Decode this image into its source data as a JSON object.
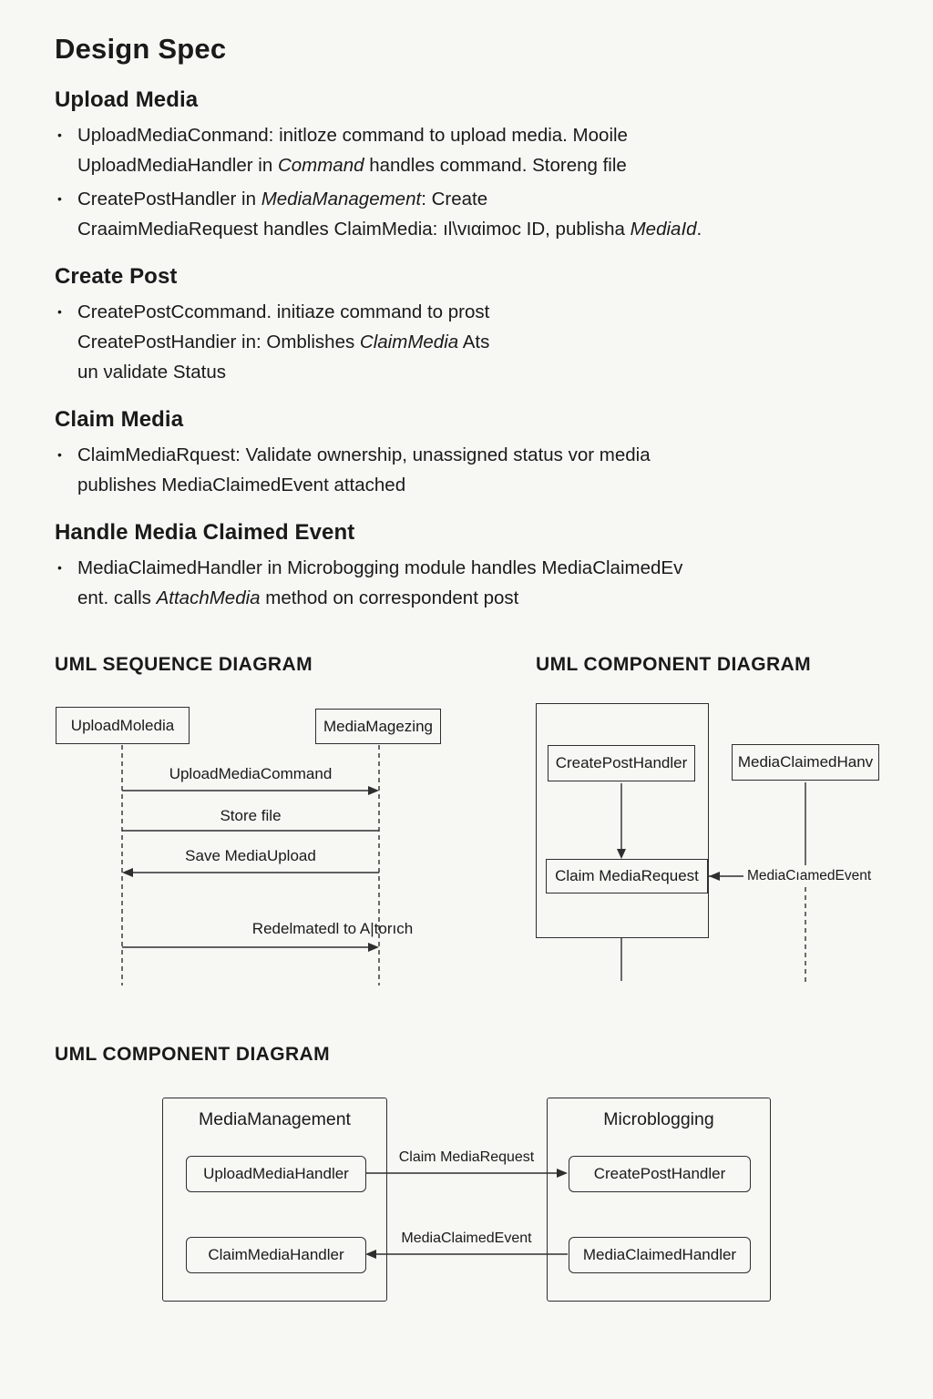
{
  "colors": {
    "background": "#f7f7f4",
    "text": "#1a1a1a",
    "line": "#2e2e2e"
  },
  "spec": {
    "title": "Design Spec",
    "bullet": "•",
    "sections": [
      {
        "heading": "Upload Media",
        "items": [
          {
            "lines": [
              [
                {
                  "t": "UploadMediaConmand: initloze command to upload media. Mooile"
                }
              ],
              [
                {
                  "t": "UploadMediaHandler in "
                },
                {
                  "t": "Command",
                  "i": true
                },
                {
                  "t": " handles command. Storeng file"
                }
              ]
            ]
          },
          {
            "lines": [
              [
                {
                  "t": "CreatePostHandler in "
                },
                {
                  "t": "MediaManagement",
                  "i": true
                },
                {
                  "t": ": Create"
                }
              ],
              [
                {
                  "t": "CraaimMediaRequest handles ClaimMedia: ıl\\vιαimoc ID, publisha "
                },
                {
                  "t": "MediaId",
                  "i": true
                },
                {
                  "t": "."
                }
              ]
            ]
          }
        ]
      },
      {
        "heading": "Create Post",
        "items": [
          {
            "lines": [
              [
                {
                  "t": "CreatePostCcommand. initiaze command to prost"
                }
              ],
              [
                {
                  "t": "CreatePostHandier in: Omblishes "
                },
                {
                  "t": "ClaimMedia",
                  "i": true
                },
                {
                  "t": "  Ats"
                }
              ],
              [
                {
                  "t": "un νalidate Status"
                }
              ]
            ]
          }
        ]
      },
      {
        "heading": "Claim Media",
        "items": [
          {
            "lines": [
              [
                {
                  "t": "ClaimMediaRquest: Validate ownership, unassigned status vor  media"
                }
              ],
              [
                {
                  "t": "publishes MediaClaimedEvent attached"
                }
              ]
            ]
          }
        ]
      },
      {
        "heading": "Handle Media Claimed Event",
        "items": [
          {
            "lines": [
              [
                {
                  "t": "MediaClaimedHandler in Microbogging module handles MediaClaimedEv"
                }
              ],
              [
                {
                  "t": "ent. calls "
                },
                {
                  "t": "AttachMedia",
                  "i": true
                },
                {
                  "t": " method on correspondent post"
                }
              ]
            ]
          }
        ]
      }
    ]
  },
  "sequence_diagram": {
    "heading": "UML SEQUENCE DIAGRAM",
    "actor_left": "UploadMoledia",
    "actor_right": "MediaMagezing",
    "messages": [
      {
        "label": "UploadMediaCommand"
      },
      {
        "label": "Store file"
      },
      {
        "label": "Save MediaUpload"
      },
      {
        "label": "Redelmatedl to A|torıch"
      }
    ]
  },
  "component_diagram_top": {
    "heading": "UML COMPONENT DIAGRAM",
    "box_create_post": "CreatePostHandler",
    "box_claim_request": "Claim MediaRequest",
    "box_media_claimed": "MediaClaimedHanv",
    "event_label": "MediaCıamedEvent"
  },
  "component_diagram_bottom": {
    "heading": "UML COMPONENT DIAGRAM",
    "left_module": "MediaManagement",
    "left_children": [
      "UploadMediaHandler",
      "ClaimMediaHandler"
    ],
    "right_module": "Microblogging",
    "right_children": [
      "CreatePostHandler",
      "MediaClaimedHandler"
    ],
    "arrow_right_label": "Claim MediaRequest",
    "arrow_left_label": "MediaClaimedEvent"
  }
}
